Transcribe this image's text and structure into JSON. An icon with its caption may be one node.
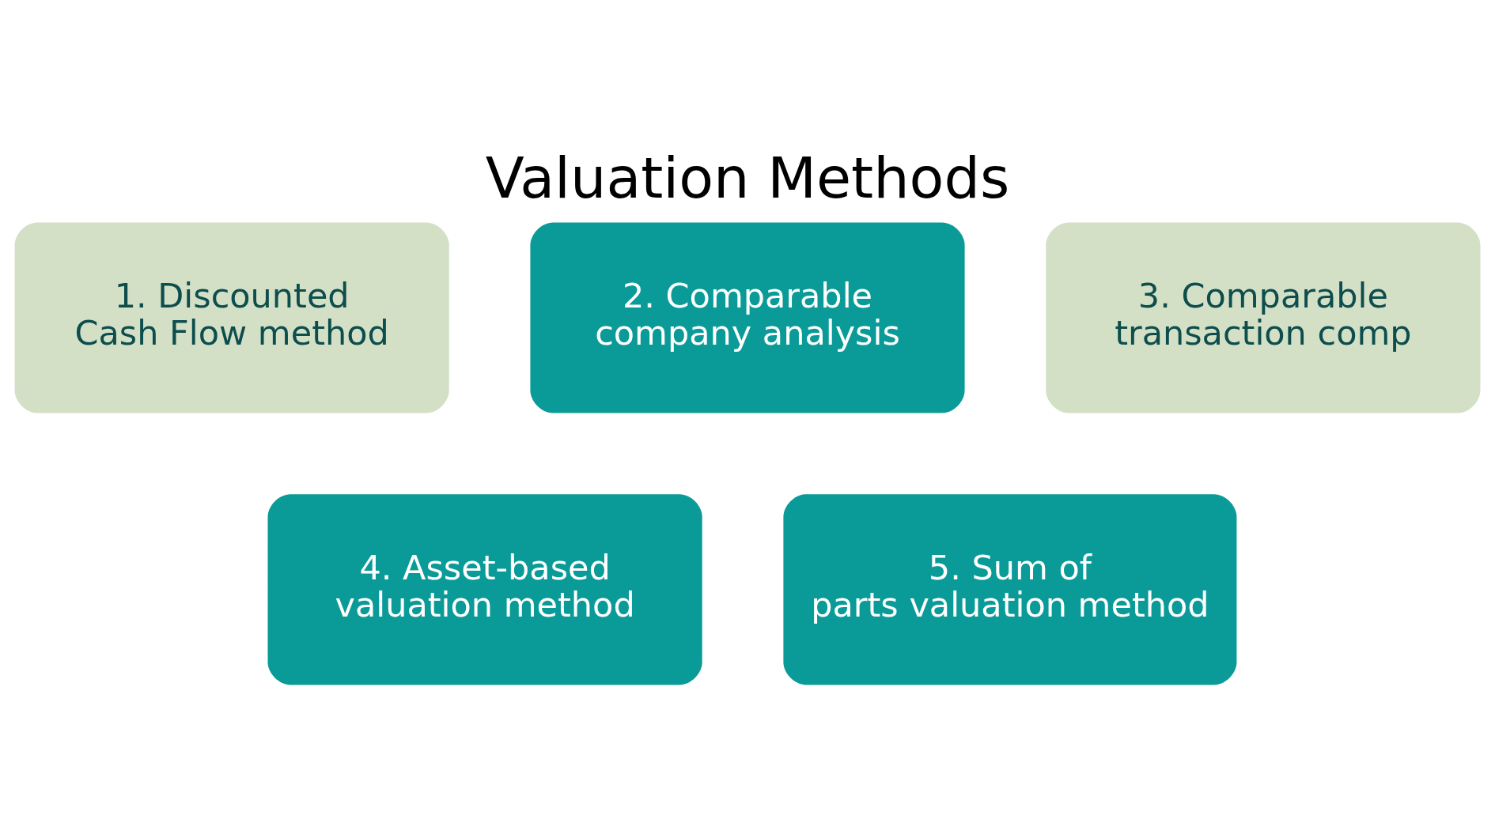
{
  "diagram": {
    "title": "Valuation Methods",
    "nodes": [
      {
        "text": [
          "1. Discounted Cash Flow method"
        ]
      },
      {
        "text": [
          "2. Comparable company analysis"
        ]
      },
      {
        "text": [
          "3. Comparable transaction comp"
        ]
      },
      {
        "text": [
          "4. Asset-based valuation method"
        ]
      },
      {
        "text": [
          "5. Sum of parts valuation method"
        ]
      }
    ]
  }
}
